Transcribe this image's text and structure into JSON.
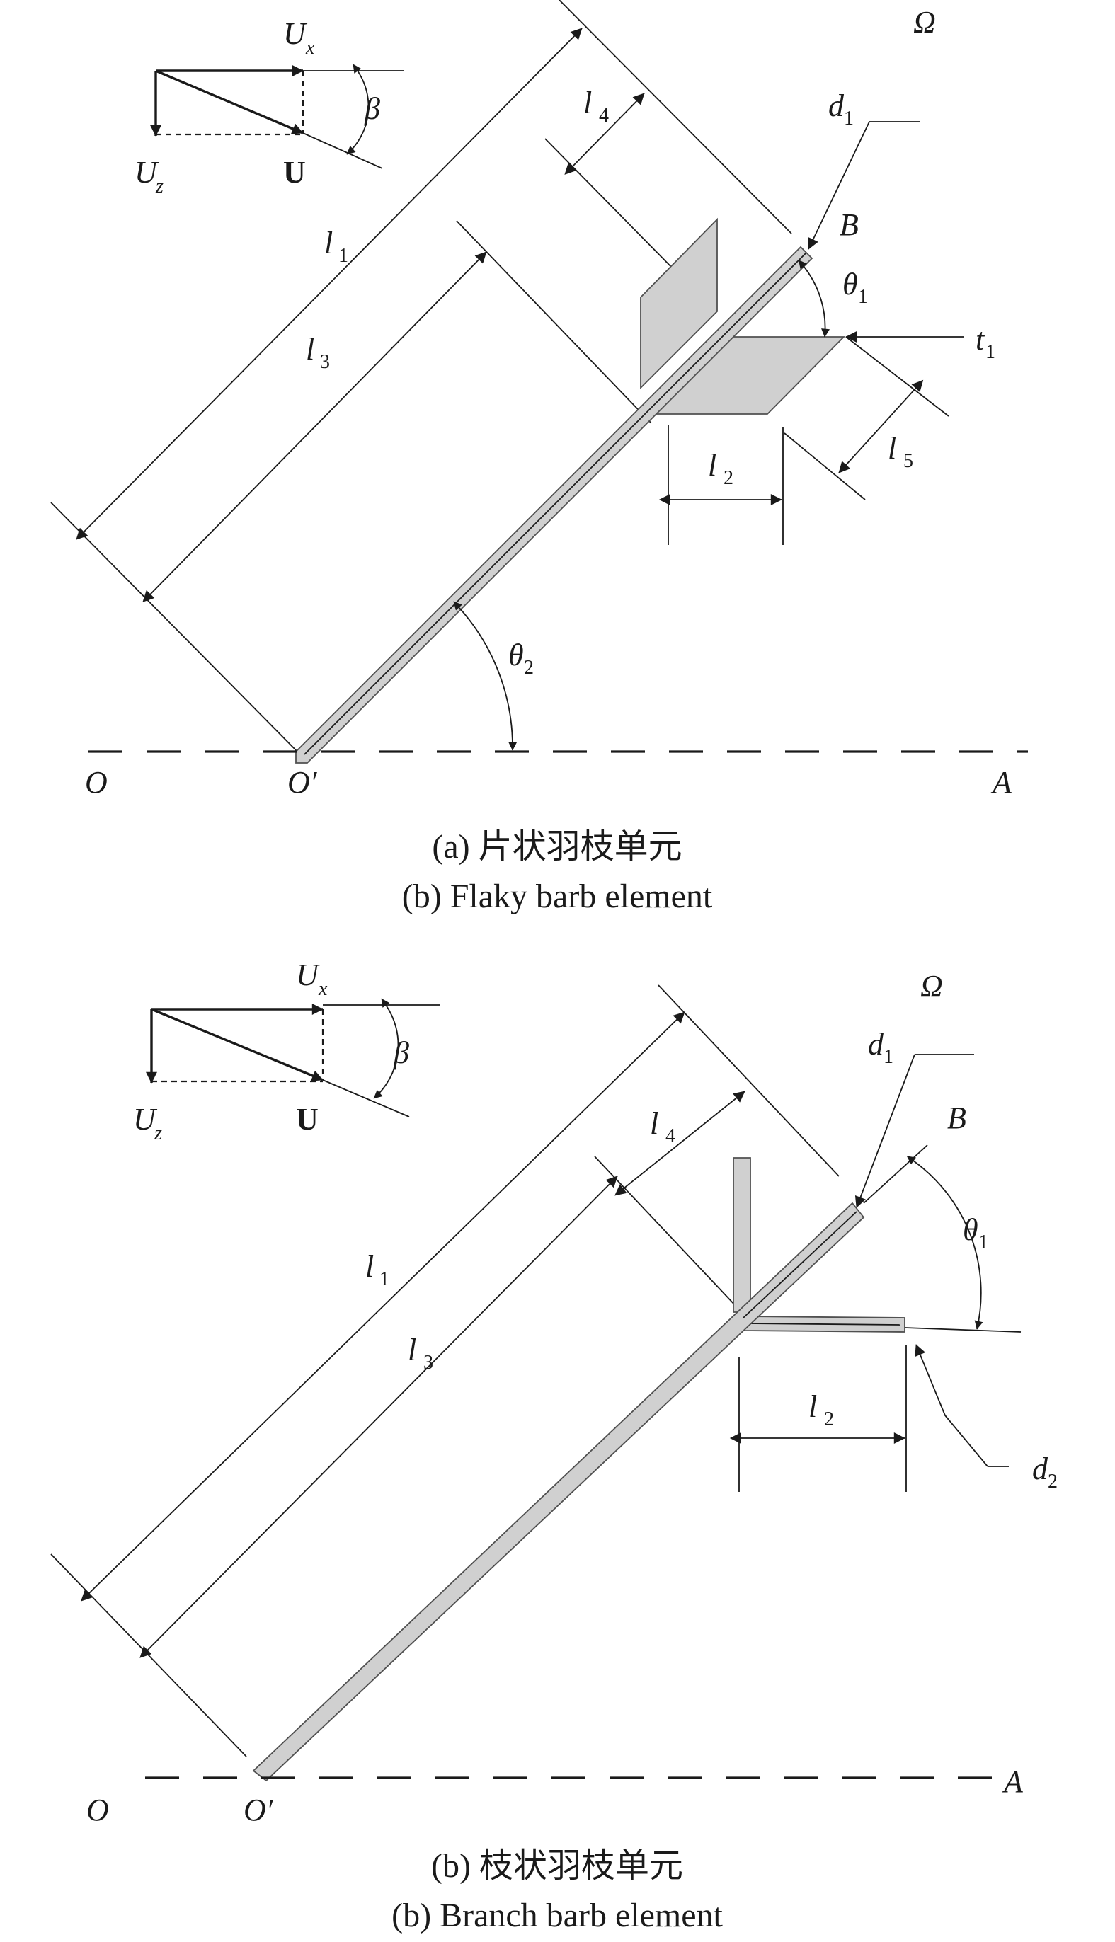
{
  "panel_a": {
    "labels": {
      "Ux": "U",
      "Ux_sub": "x",
      "Uz": "U",
      "Uz_sub": "z",
      "U": "U",
      "beta": "β",
      "Omega": "Ω",
      "d1": "d",
      "d1_sub": "1",
      "B": "B",
      "theta1": "θ",
      "theta1_sub": "1",
      "t1": "t",
      "t1_sub": "1",
      "l1": "l",
      "l1_sub": "1",
      "l2": "l",
      "l2_sub": "2",
      "l3": "l",
      "l3_sub": "3",
      "l4": "l",
      "l4_sub": "4",
      "l5": "l",
      "l5_sub": "5",
      "theta2": "θ",
      "theta2_sub": "2",
      "O": "O",
      "O_prime": "O′",
      "A": "A"
    },
    "caption_cn": "(a) 片状羽枝单元",
    "caption_en": "(b) Flaky barb element"
  },
  "panel_b": {
    "labels": {
      "Ux": "U",
      "Ux_sub": "x",
      "Uz": "U",
      "Uz_sub": "z",
      "U": "U",
      "beta": "β",
      "Omega": "Ω",
      "d1": "d",
      "d1_sub": "1",
      "B": "B",
      "theta1": "θ",
      "theta1_sub": "1",
      "l1": "l",
      "l1_sub": "1",
      "l2": "l",
      "l2_sub": "2",
      "l3": "l",
      "l3_sub": "3",
      "l4": "l",
      "l4_sub": "4",
      "d2": "d",
      "d2_sub": "2",
      "O": "O",
      "O_prime": "O′",
      "A": "A"
    },
    "caption_cn": "(b) 枝状羽枝单元",
    "caption_en": "(b) Branch barb element"
  }
}
